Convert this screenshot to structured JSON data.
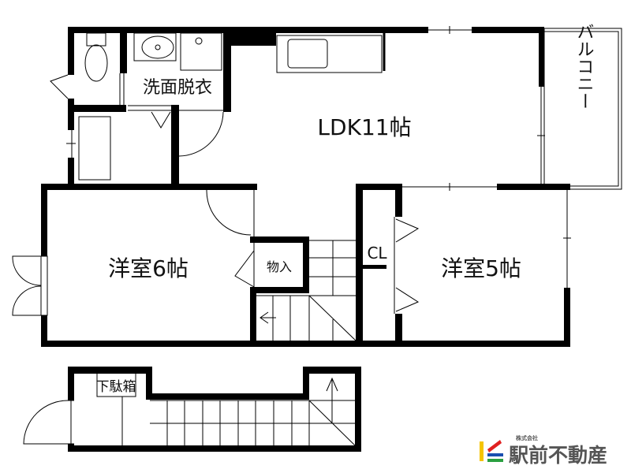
{
  "rooms": {
    "washroom": "洗面脱衣",
    "ldk": "LDK11帖",
    "balcony": "バルコニー",
    "western_room_6": "洋室6帖",
    "storage": "物入",
    "closet": "CL",
    "western_room_5": "洋室5帖",
    "shoe_box": "下駄箱"
  },
  "logo": {
    "company_type": "株式会社",
    "name": "駅前不動産",
    "colors": [
      "#f5c400",
      "#e02020",
      "#1a4fb0",
      "#2aa040"
    ]
  }
}
